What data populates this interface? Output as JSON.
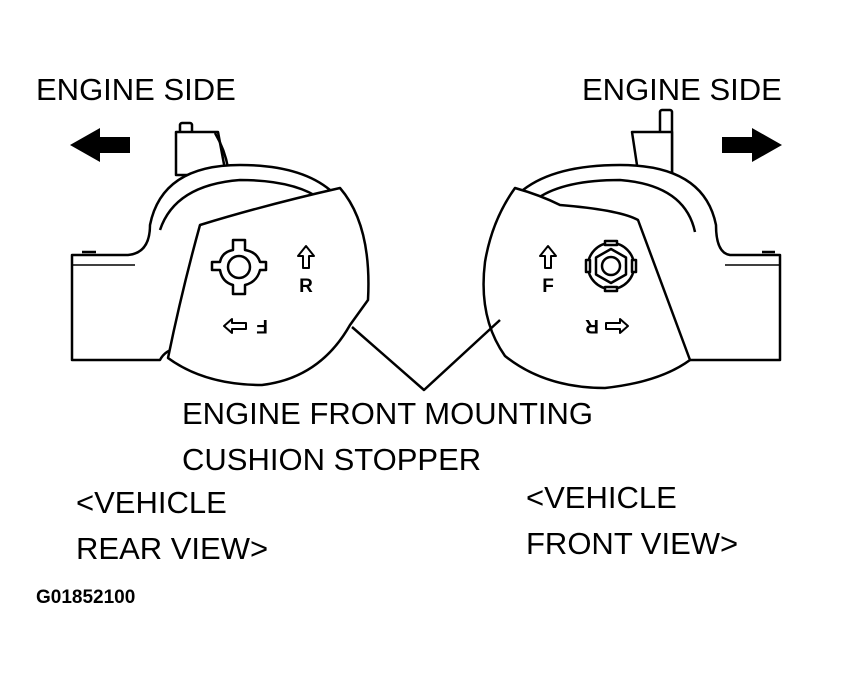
{
  "labels": {
    "engine_side_left": "ENGINE SIDE",
    "engine_side_right": "ENGINE SIDE",
    "stopper_line1": "ENGINE FRONT MOUNTING",
    "stopper_line2": "CUSHION STOPPER",
    "rear_view_line1": "<VEHICLE",
    "rear_view_line2": "REAR VIEW>",
    "front_view_line1": "<VEHICLE",
    "front_view_line2": "FRONT VIEW>",
    "figure_id": "G01852100"
  },
  "stopper_marks": {
    "left_up": "R",
    "left_side": "F",
    "right_up": "F",
    "right_side": "R"
  },
  "colors": {
    "ink": "#000000",
    "paper": "#ffffff"
  }
}
